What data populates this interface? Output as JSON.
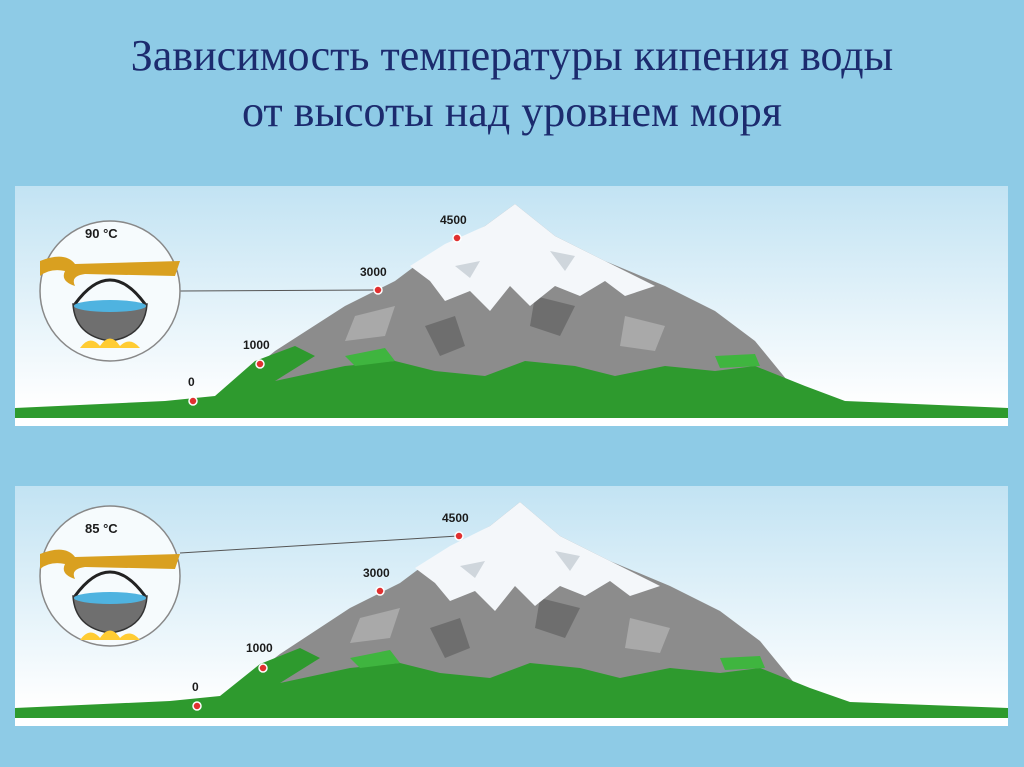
{
  "title": {
    "line1": "Зависимость температуры кипения воды",
    "line2": "от высоты над уровнем моря"
  },
  "panels": [
    {
      "temperature": "90 °C",
      "altitudes": [
        "0",
        "1000",
        "3000",
        "4500"
      ],
      "pointer_altitude": "3000"
    },
    {
      "temperature": "85 °C",
      "altitudes": [
        "0",
        "1000",
        "3000",
        "4500"
      ],
      "pointer_altitude": "4500"
    }
  ],
  "colors": {
    "background": "#8ecbe6",
    "title": "#1c2b6e",
    "rock": "#8c8c8c",
    "snow": "#f4f7fa",
    "grass": "#2e9a2e",
    "marker": "#e03030"
  }
}
